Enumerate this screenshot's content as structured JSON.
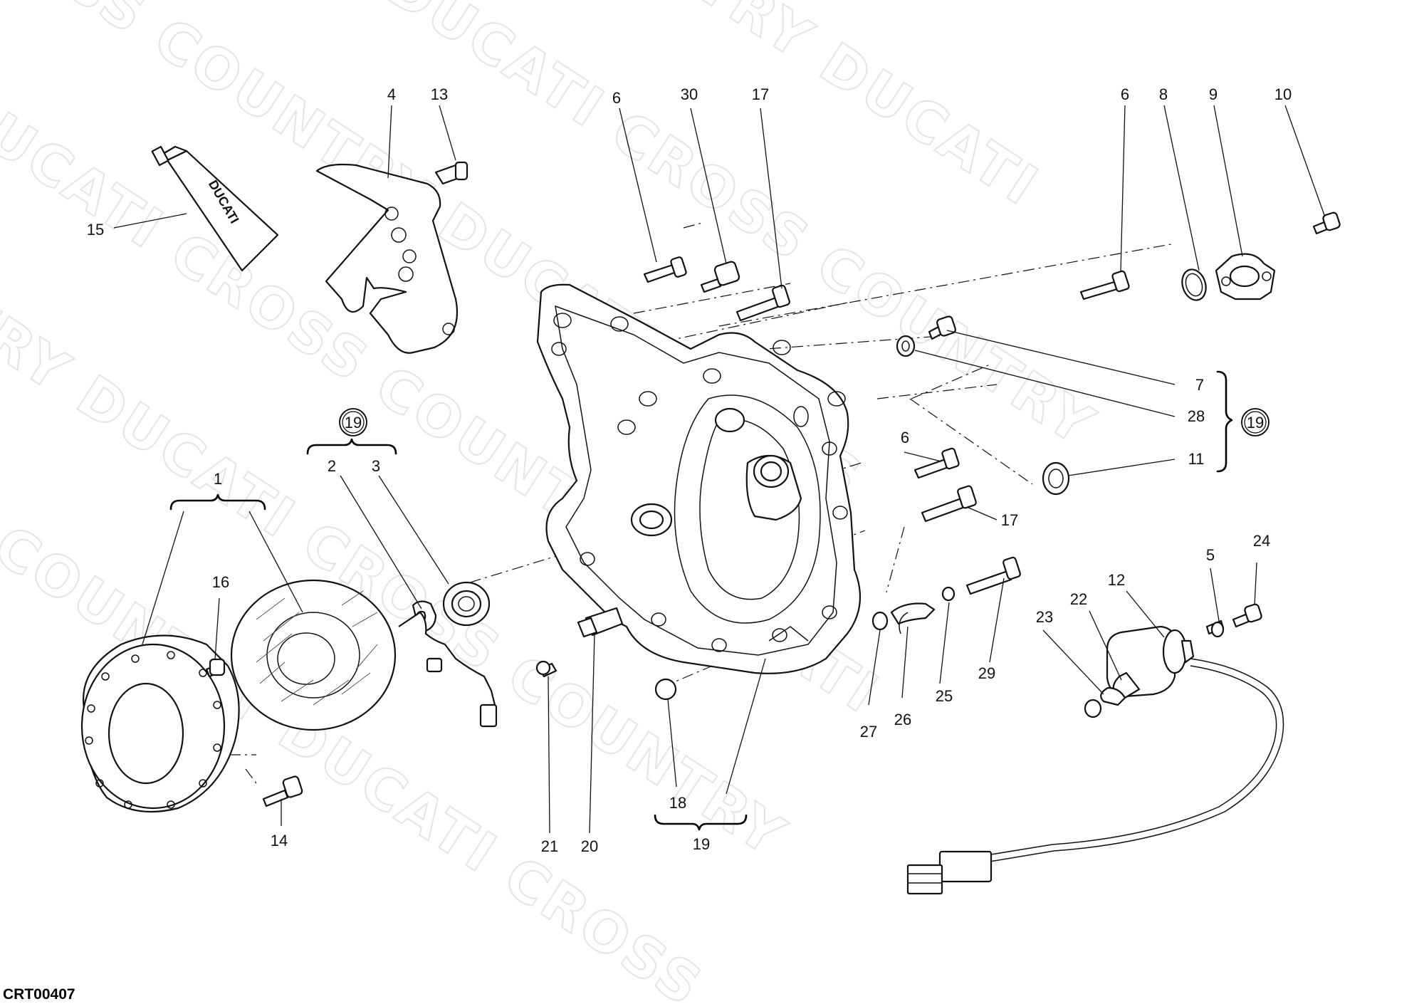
{
  "diagram": {
    "drawing_code": "CRT00407",
    "watermark_words": [
      "DUCATI",
      "CROSS",
      "COUNTRY"
    ],
    "tube_brand": "DUCATI",
    "group_marker": "19",
    "callouts": {
      "p1": "1",
      "p2": "2",
      "p3": "3",
      "p4": "4",
      "p5": "5",
      "p6a": "6",
      "p6b": "6",
      "p6c": "6",
      "p7": "7",
      "p8": "8",
      "p9": "9",
      "p10": "10",
      "p11": "11",
      "p12": "12",
      "p13": "13",
      "p14": "14",
      "p15": "15",
      "p16": "16",
      "p17a": "17",
      "p17b": "17",
      "p18": "18",
      "p19a": "19",
      "p19b": "19",
      "p19c": "19",
      "p20": "20",
      "p21": "21",
      "p22": "22",
      "p23": "23",
      "p24": "24",
      "p25": "25",
      "p26": "26",
      "p27": "27",
      "p28": "28",
      "p29": "29",
      "p30": "30"
    }
  }
}
